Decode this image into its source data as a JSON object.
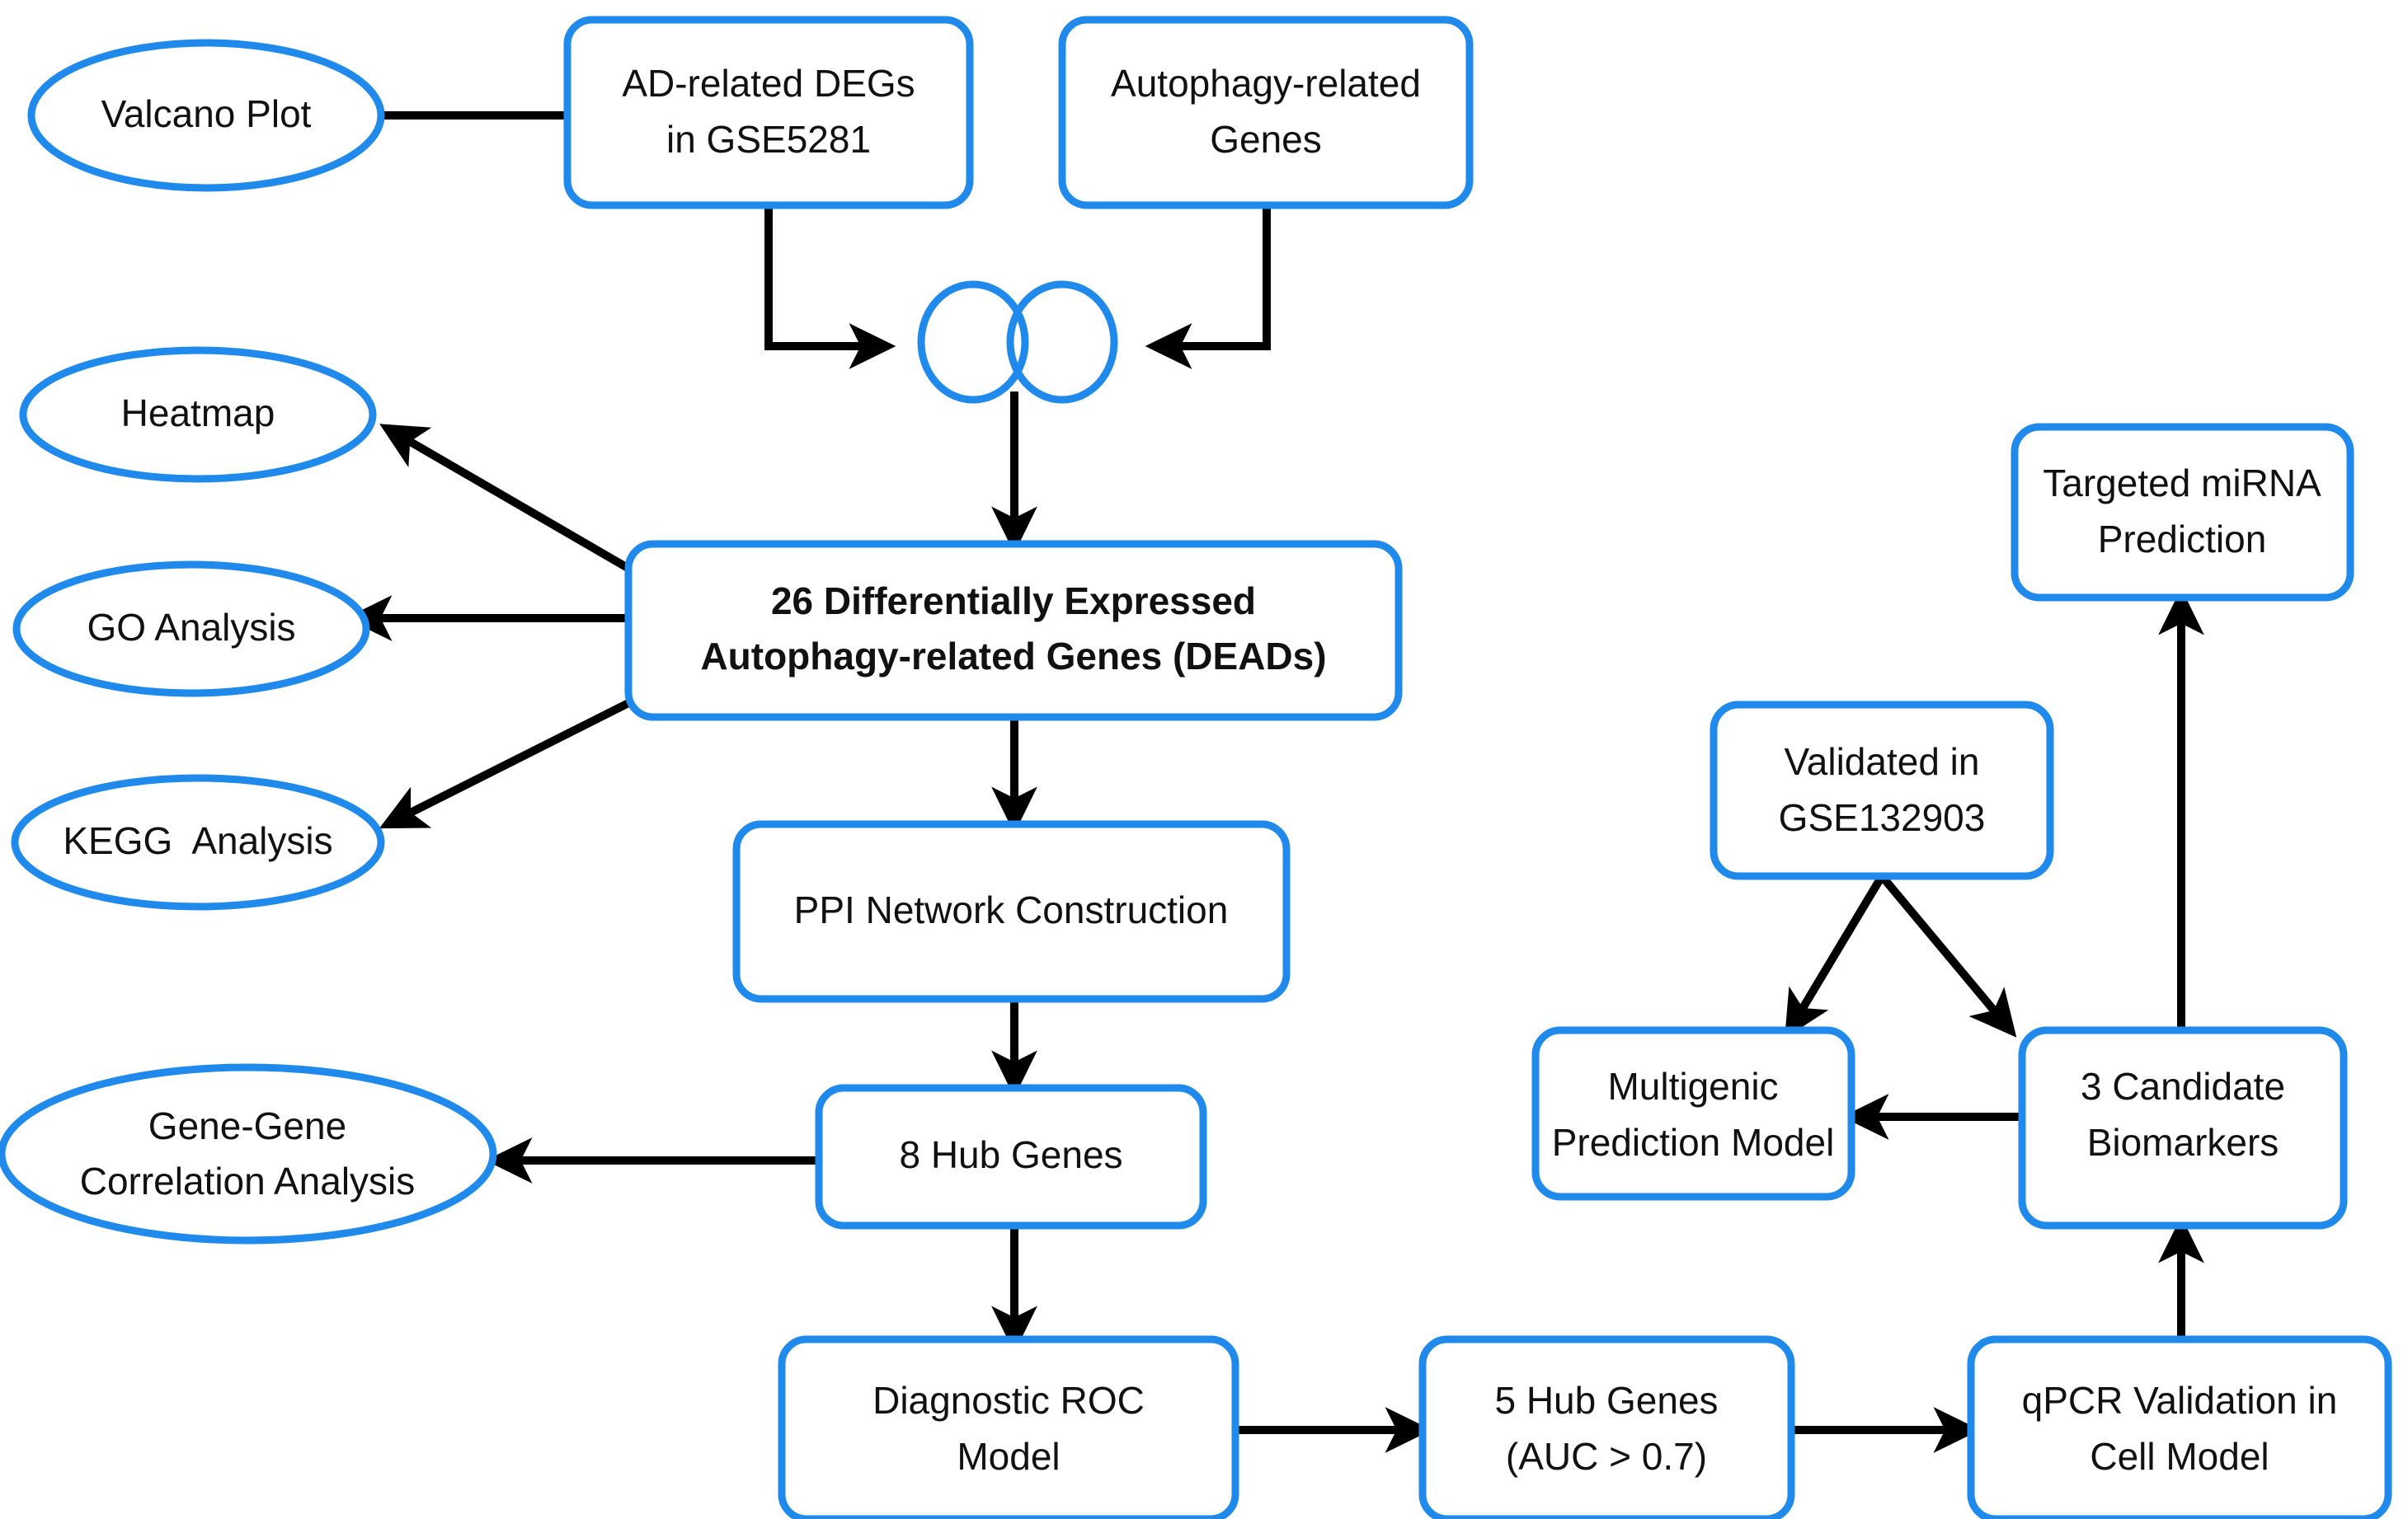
{
  "diagram": {
    "title": "Autophagy-related gene biomarker discovery workflow",
    "accent_color": "#1f8aeb",
    "edge_color": "#000000",
    "background_color": "#ffffff",
    "nodes": {
      "volcano_plot": {
        "label": "Valcano Plot",
        "shape": "ellipse"
      },
      "ad_degs": {
        "line1": "AD-related DEGs",
        "line2": "in GSE5281",
        "shape": "rounded-rect"
      },
      "autophagy_genes": {
        "line1": "Autophagy-related",
        "line2": "Genes",
        "shape": "rounded-rect"
      },
      "venn": {
        "label": "",
        "shape": "venn-two-circles"
      },
      "heatmap": {
        "label": "Heatmap",
        "shape": "ellipse"
      },
      "go_analysis": {
        "label": "GO Analysis",
        "shape": "ellipse"
      },
      "kegg_analysis": {
        "label": "KEGG  Analysis",
        "shape": "ellipse"
      },
      "deads": {
        "line1": "26 Differentially Expressed",
        "line2": "Autophagy-related Genes (DEADs)",
        "shape": "rounded-rect",
        "bold": true
      },
      "ppi": {
        "label": "PPI Network Construction",
        "shape": "rounded-rect"
      },
      "gene_corr": {
        "line1": "Gene-Gene",
        "line2": "Correlation Analysis",
        "shape": "ellipse"
      },
      "hub8": {
        "label": "8 Hub Genes",
        "shape": "rounded-rect"
      },
      "roc": {
        "line1": "Diagnostic ROC",
        "line2": "Model",
        "shape": "rounded-rect"
      },
      "hub5": {
        "line1": "5 Hub Genes",
        "line2": "(AUC > 0.7)",
        "shape": "rounded-rect"
      },
      "qpcr": {
        "line1": "qPCR Validation in",
        "line2": "Cell Model",
        "shape": "rounded-rect"
      },
      "biomarkers": {
        "line1": "3 Candidate",
        "line2": "Biomarkers",
        "shape": "rounded-rect"
      },
      "multigenic": {
        "line1": "Multigenic",
        "line2": "Prediction Model",
        "shape": "rounded-rect"
      },
      "validated": {
        "line1": "Validated in",
        "line2": "GSE132903",
        "shape": "rounded-rect"
      },
      "mirna": {
        "line1": "Targeted miRNA",
        "line2": "Prediction",
        "shape": "rounded-rect"
      }
    },
    "edges": [
      {
        "from": "ad_degs",
        "to": "volcano_plot",
        "style": "arrow"
      },
      {
        "from": "ad_degs",
        "to": "venn",
        "style": "arrow"
      },
      {
        "from": "autophagy_genes",
        "to": "venn",
        "style": "arrow"
      },
      {
        "from": "venn",
        "to": "deads",
        "style": "arrow"
      },
      {
        "from": "deads",
        "to": "heatmap",
        "style": "arrow"
      },
      {
        "from": "deads",
        "to": "go_analysis",
        "style": "arrow"
      },
      {
        "from": "deads",
        "to": "kegg_analysis",
        "style": "arrow"
      },
      {
        "from": "deads",
        "to": "ppi",
        "style": "arrow"
      },
      {
        "from": "ppi",
        "to": "hub8",
        "style": "arrow"
      },
      {
        "from": "hub8",
        "to": "gene_corr",
        "style": "arrow"
      },
      {
        "from": "hub8",
        "to": "roc",
        "style": "arrow"
      },
      {
        "from": "roc",
        "to": "hub5",
        "style": "arrow"
      },
      {
        "from": "hub5",
        "to": "qpcr",
        "style": "arrow"
      },
      {
        "from": "qpcr",
        "to": "biomarkers",
        "style": "arrow"
      },
      {
        "from": "validated",
        "to": "multigenic",
        "style": "arrow"
      },
      {
        "from": "validated",
        "to": "biomarkers",
        "style": "arrow"
      },
      {
        "from": "biomarkers",
        "to": "multigenic",
        "style": "arrow"
      },
      {
        "from": "biomarkers",
        "to": "mirna",
        "style": "arrow"
      }
    ]
  }
}
